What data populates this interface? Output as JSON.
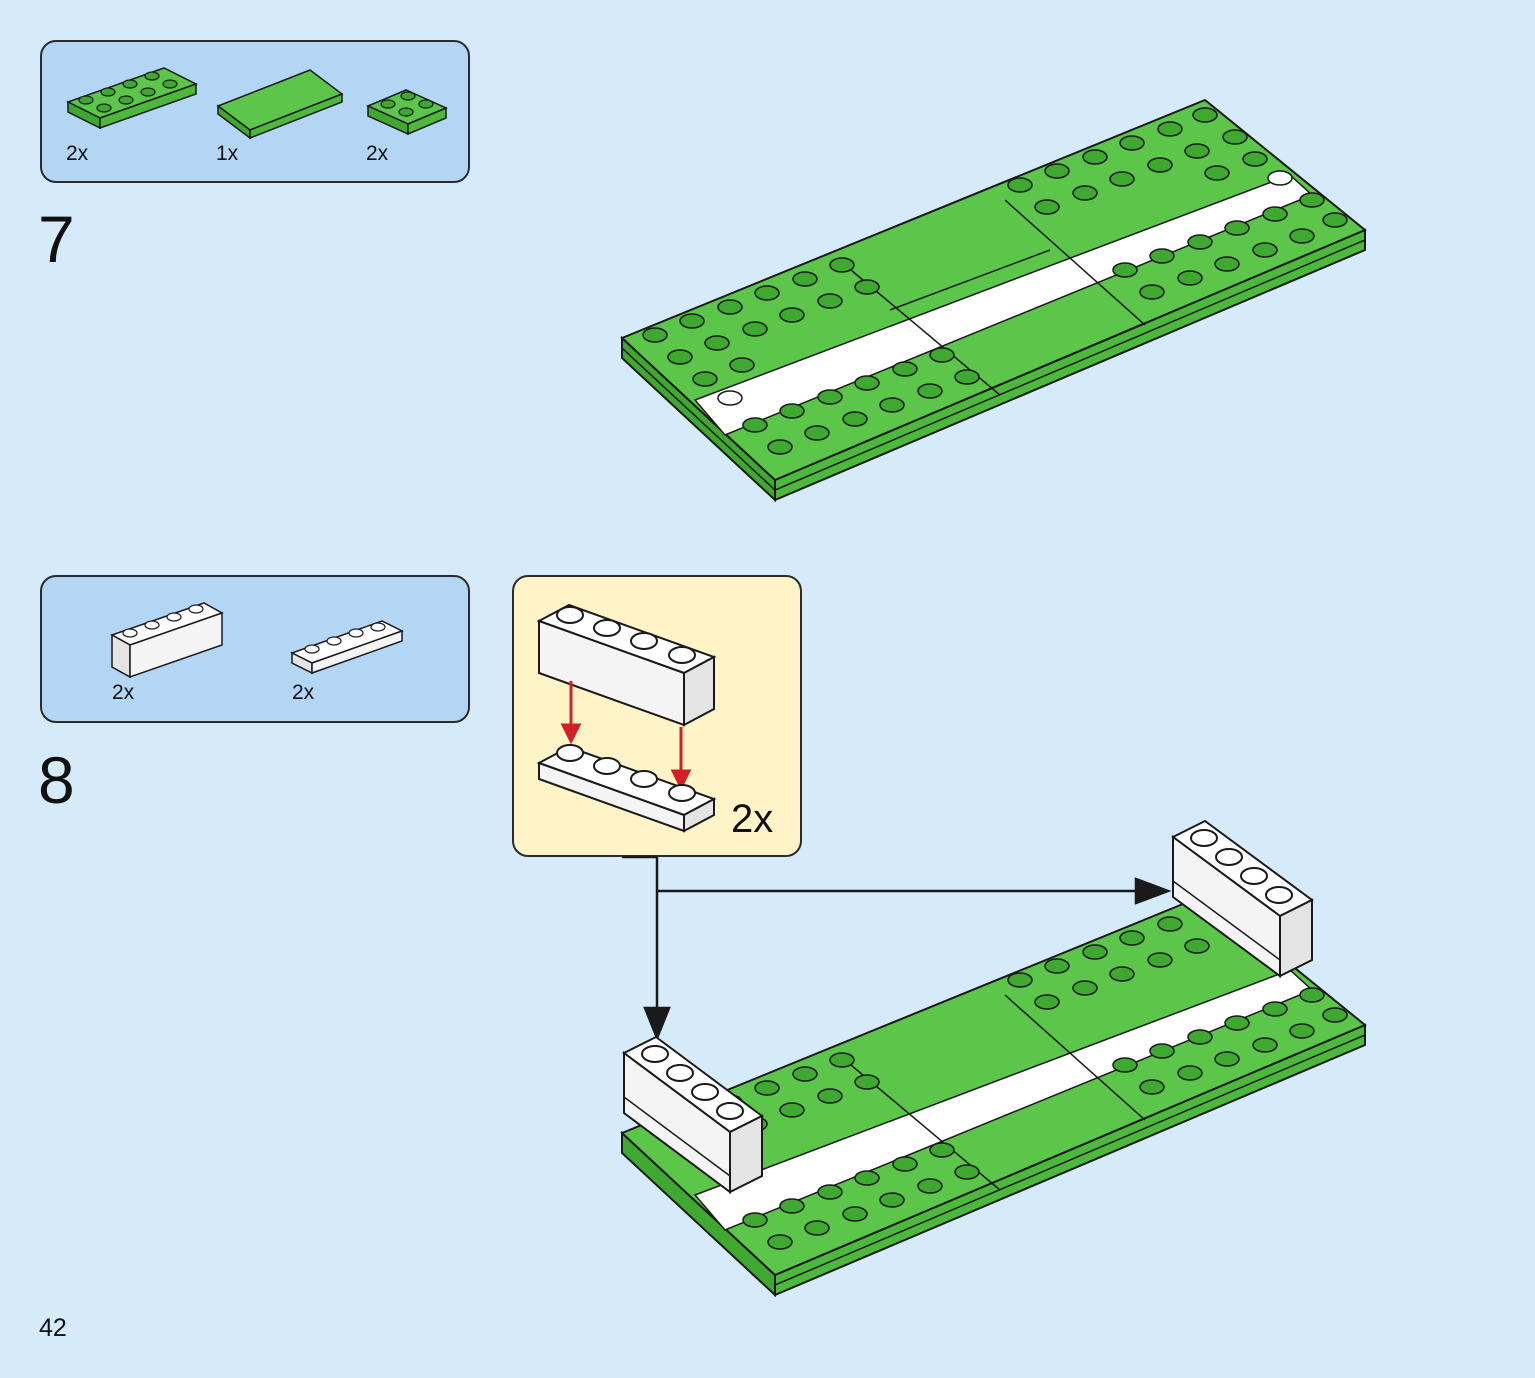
{
  "page": {
    "number": "42",
    "background": "#d6ebfa"
  },
  "colors": {
    "bright_green": "#5cc64a",
    "green_side": "#3fa830",
    "white": "#ffffff",
    "light_grey_side": "#d6d6d6",
    "parts_box": "#b3d6f5",
    "subassembly_box": "#fff3c8",
    "arrow_red": "#d32027"
  },
  "steps": [
    {
      "number": "7",
      "parts": [
        {
          "icon": "green-plate-2x4-icon",
          "qty": "2x"
        },
        {
          "icon": "green-tile-large-icon",
          "qty": "1x"
        },
        {
          "icon": "green-plate-2x2-icon",
          "qty": "2x"
        }
      ]
    },
    {
      "number": "8",
      "parts": [
        {
          "icon": "white-brick-1x4-icon",
          "qty": "2x"
        },
        {
          "icon": "white-plate-1x4-icon",
          "qty": "2x"
        }
      ],
      "subassembly": {
        "qty": "2x"
      }
    }
  ]
}
